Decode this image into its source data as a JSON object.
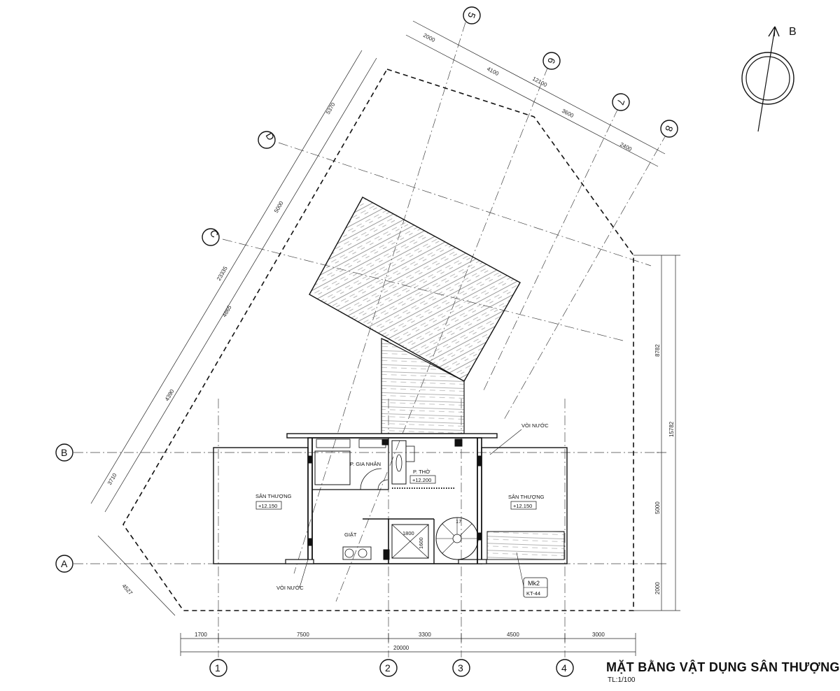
{
  "title": "MẶT BẰNG VẬT DỤNG SÂN THƯỢNG",
  "scale": "TL:1/100",
  "north_label": "B",
  "axes": {
    "a1": "1",
    "a2": "2",
    "a3": "3",
    "a4": "4",
    "a5": "5",
    "a6": "6",
    "a7": "7",
    "a8": "8",
    "aA": "A",
    "aB": "B",
    "aC": "C",
    "aD": "D"
  },
  "rooms": {
    "san_thuong_left": "SÂN THƯỢNG",
    "elev_left": "+12.150",
    "gia_nhan": "P. GIA NHÂN",
    "tho": "P. THỜ",
    "elev_tho": "+12.200",
    "san_thuong_right": "SÂN THƯỢNG",
    "elev_right": "+12.150",
    "giat": "GIẶT",
    "voi_nuoc_top": "VÒI NƯỚC",
    "voi_nuoc_bottom": "VÒI NƯỚC",
    "stair_1800": "1800",
    "stair_1600": "1600",
    "stair_17": "17",
    "mark_mk2": "Mk2",
    "mark_kt44": "KT-44"
  },
  "dims_bottom": {
    "d1700": "1700",
    "d7500": "7500",
    "d3300": "3300",
    "d4500": "4500",
    "d3000": "3000",
    "d20000": "20000"
  },
  "dims_right": {
    "d8782": "8782",
    "d15782": "15782",
    "d5000": "5000",
    "d2000": "2000"
  },
  "dims_diag_left": {
    "d5370": "5370",
    "d5000": "5000",
    "d23335": "23335",
    "d4865": "4865",
    "d4390": "4390",
    "d3710": "3710",
    "d4527": "4527"
  },
  "dims_diag_top": {
    "d2000": "2000",
    "d4100": "4100",
    "d12100": "12100",
    "d3600": "3600",
    "d2400": "2400"
  }
}
